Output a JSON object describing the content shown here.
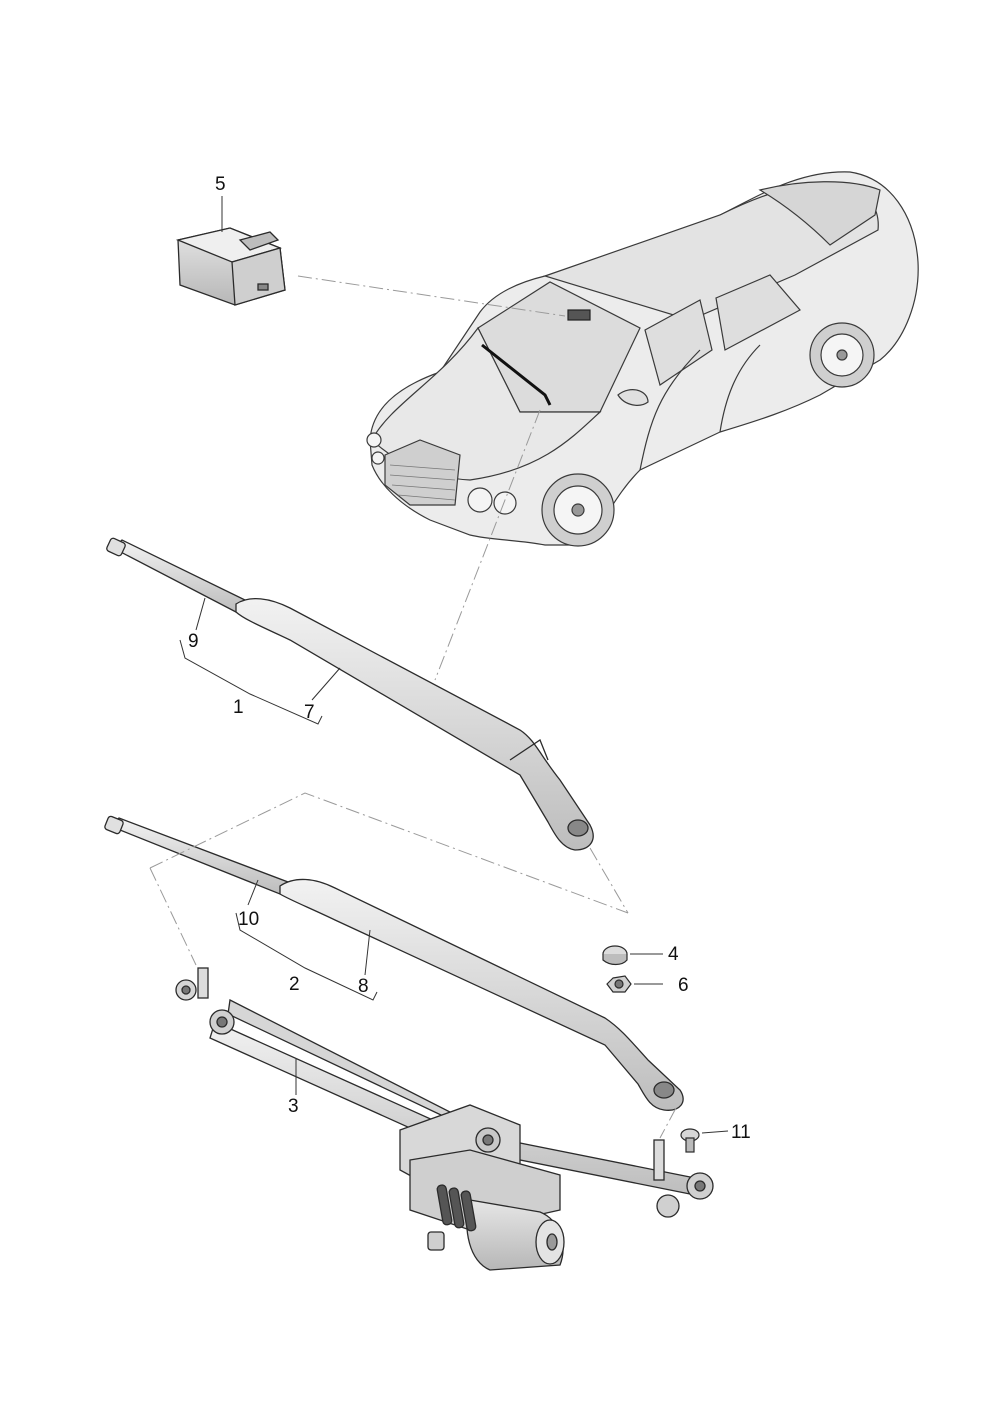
{
  "callouts": {
    "c1": "1",
    "c2": "2",
    "c3": "3",
    "c4": "4",
    "c5": "5",
    "c6": "6",
    "c7": "7",
    "c8": "8",
    "c9": "9",
    "c10": "10",
    "c11": "11"
  },
  "colors": {
    "part_fill": "#d9d9d9",
    "part_stroke": "#2b2b2b",
    "car_fill": "#ececec",
    "leader": "#333333",
    "dashline": "#9a9a9a"
  }
}
